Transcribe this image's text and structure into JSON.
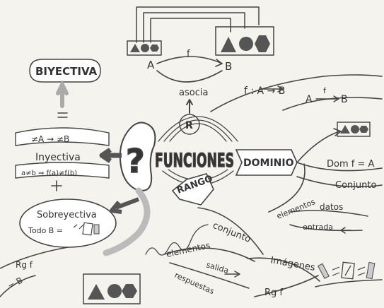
{
  "center": {
    "label": "FUNCIONES",
    "question": "?",
    "relation": "R"
  },
  "top": {
    "set_a": "A",
    "set_b": "B",
    "arrow_label": "f",
    "assoc": "asocia",
    "map1": "f : A → B",
    "map2_a": "A",
    "map2_f": "f",
    "map2_b": "B"
  },
  "left": {
    "biyectiva": "BIYECTIVA",
    "iny_top": "≠A → ≠B",
    "inyectiva": "Inyectiva",
    "iny_bottom": "a≠b ⇒ f(a)≠f(b)",
    "sobreyectiva": "Sobreyectiva",
    "todo_b": "Todo B =",
    "rgf": "Rg f",
    "eq_b": "= B"
  },
  "dominio": {
    "label": "DOMINIO",
    "dom_eq": "Dom f = A",
    "conjunto": "Conjunto",
    "elementos": "elementos",
    "datos": "datos",
    "entrada": "entrada"
  },
  "rango": {
    "label": "RANGO",
    "conjunto": "conjunto",
    "elementos": "elementos",
    "salida": "salida",
    "respuestas": "respuestas",
    "imagenes": "Imágenes",
    "rgf": "Rg f"
  },
  "colors": {
    "paper": "#f4f3ee",
    "ink": "#444444",
    "shape_fill": "#555555"
  }
}
